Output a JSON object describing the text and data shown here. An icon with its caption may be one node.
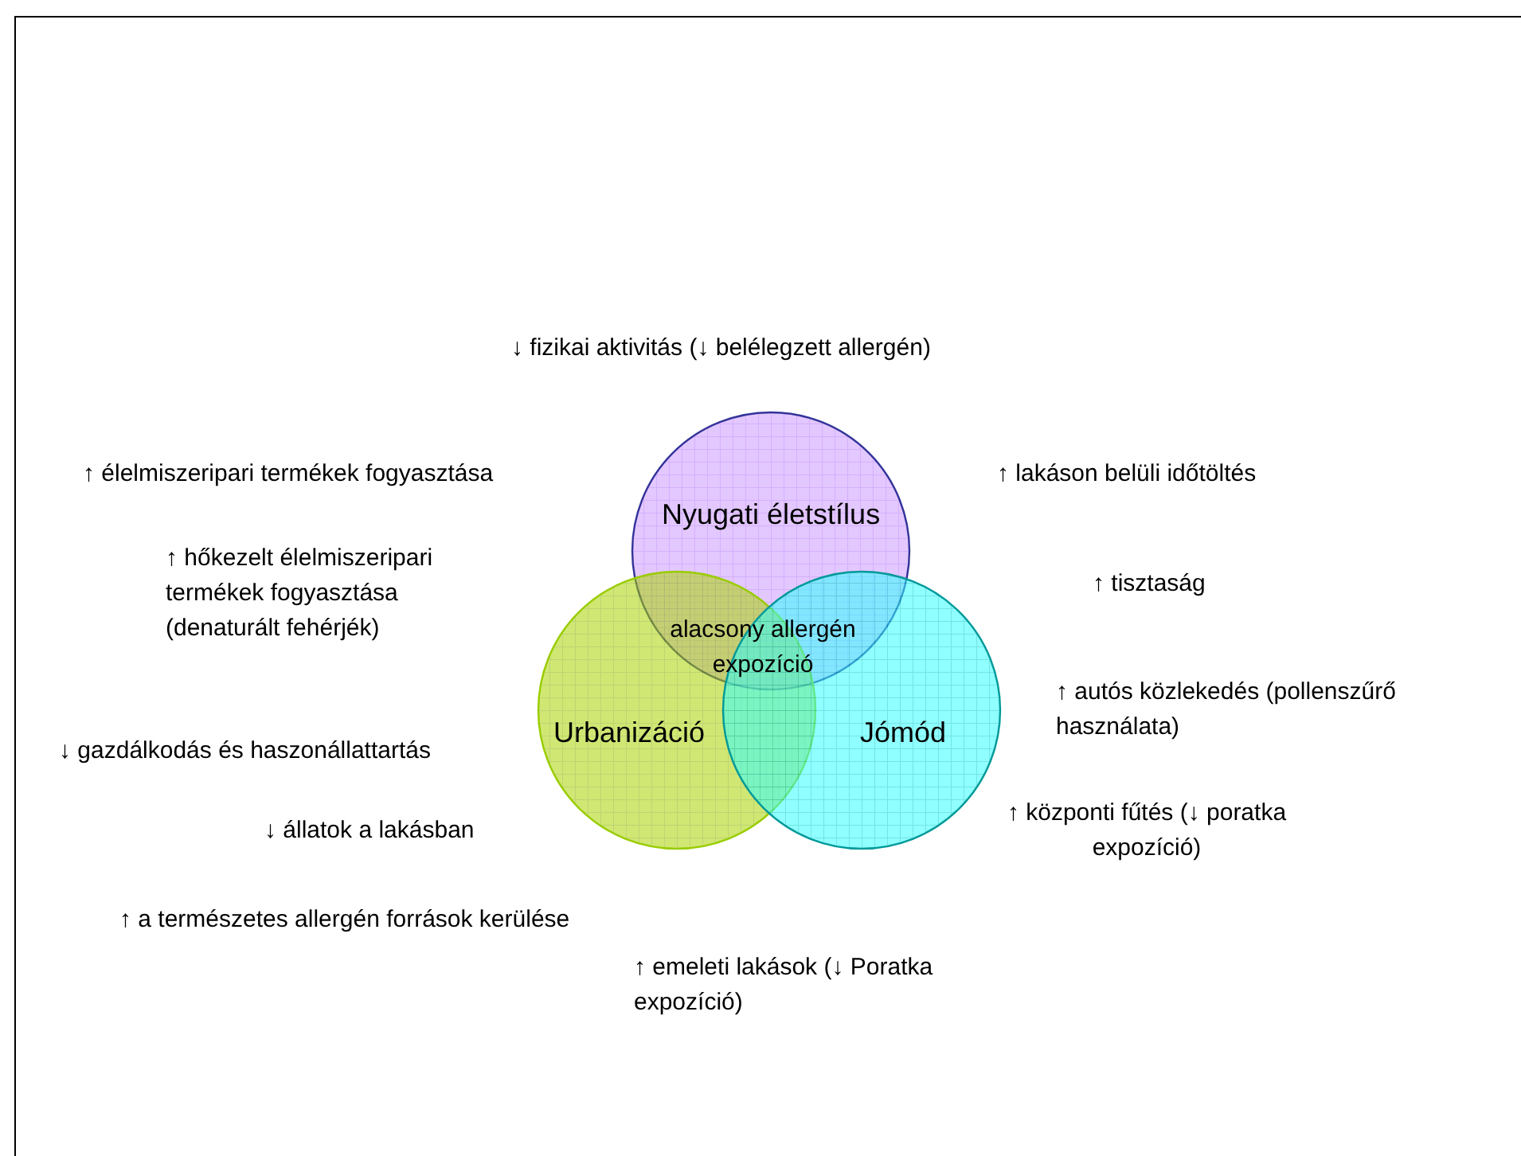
{
  "diagram": {
    "nodes": [
      {
        "text": [
          "Nyugati életstílus"
        ]
      },
      {
        "text": [
          "Urbanizáció"
        ]
      },
      {
        "text": [
          "Jómód"
        ]
      }
    ],
    "labels": [
      "↓ fizikai aktivitás (↓ belélegzett allergén)",
      "↑ élelmiszeripari termékek fogyasztása",
      "↑ lakáson belüli időtöltés",
      "↑ hőkezelt élelmiszeripari termékek fogyasztása (denaturált fehérjék)",
      "↑ tisztaság",
      "alacsony allergén expozíció",
      "↑ autós közlekedés (pollenszűrő használata)",
      "↓ gazdálkodás és haszonállattartás",
      "↑ központi fűtés (↓ poratka expozíció)",
      "↓ állatok a lakásban",
      "↑ a természetes allergén források kerülése",
      "↑ emeleti lakások (↓ Poratka expozíció)"
    ]
  }
}
